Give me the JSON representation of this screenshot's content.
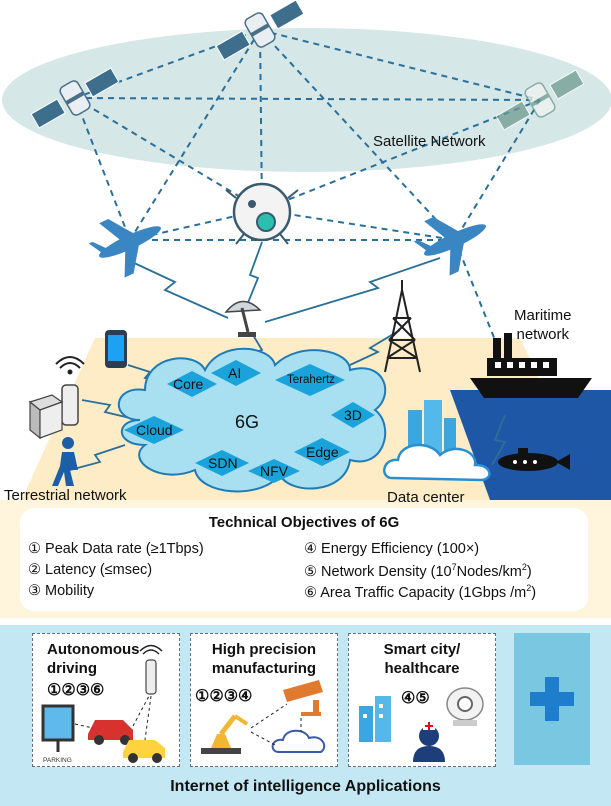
{
  "network": {
    "satellite_label": "Satellite Network",
    "maritime_label_line1": "Maritime",
    "maritime_label_line2": "network",
    "terrestrial_label": "Terrestrial  network",
    "datacenter_label": "Data center",
    "cloud_nodes": [
      "Core",
      "AI",
      "Terahertz",
      "Cloud",
      "6G",
      "3D",
      "SDN",
      "NFV",
      "Edge"
    ]
  },
  "objectives": {
    "title": "Technical Objectives of 6G",
    "items": [
      {
        "num": "①",
        "text": "Peak Data rate (≥1Tbps)"
      },
      {
        "num": "②",
        "text": "Latency (≤msec)"
      },
      {
        "num": "③",
        "text": "Mobility"
      },
      {
        "num": "④",
        "text": "Energy Efficiency (100×)"
      },
      {
        "num": "⑤",
        "text": "Network Density (10",
        "sup": "7",
        "text2": "Nodes/km",
        "sup2": "2",
        "text3": ")"
      },
      {
        "num": "⑥",
        "text": "Area Traffic Capacity (1Gbps /m",
        "sup": "2",
        "text2": ")"
      }
    ]
  },
  "applications": {
    "caption": "Internet of intelligence Applications",
    "boxes": [
      {
        "title_line1": "Autonomous",
        "title_line2": "driving",
        "nums": "①②③⑥"
      },
      {
        "title_line1": "High precision",
        "title_line2": "manufacturing",
        "nums": "①②③④"
      },
      {
        "title_line1": "Smart city/",
        "title_line2": "healthcare",
        "nums": "④⑤"
      }
    ],
    "parking_label": "PARKING",
    "plus_symbol": "+"
  },
  "colors": {
    "satellite_ellipse": "#d6e7e8",
    "terrestrial_area": "#fdecc5",
    "bottom_band": "#fff5dc",
    "ocean": "#1f57a7",
    "cloud": "#a8dff1",
    "diamond": "#1aa3da",
    "apps_band": "#c4e8f3",
    "plus_box": "#7ac7e2",
    "plus": "#1f7ecb",
    "dashed_link": "#2a6f99"
  }
}
